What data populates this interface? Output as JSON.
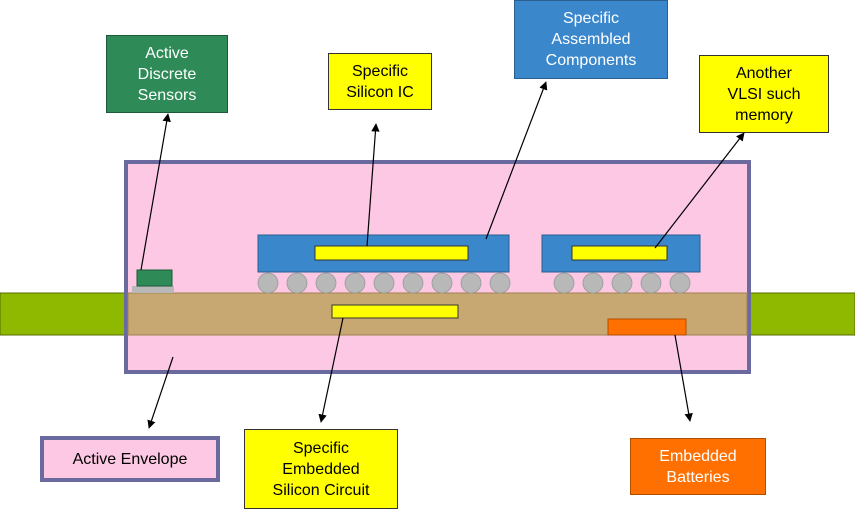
{
  "labels": {
    "active_discrete_sensors": "Active\nDiscrete\nSensors",
    "specific_silicon_ic": "Specific\nSilicon IC",
    "specific_assembled_components": "Specific\nAssembled\nComponents",
    "another_vlsi": "Another\nVLSI  such\nmemory",
    "active_envelope": "Active Envelope",
    "specific_embedded_silicon_circuit": "Specific\nEmbedded\nSilicon Circuit",
    "embedded_batteries": "Embedded\nBatteries"
  },
  "colors": {
    "envelope_fill": "#fcc8e4",
    "envelope_border": "#6a6a9e",
    "substrate": "#c8a872",
    "flex_connector": "#8fb800",
    "chip_package": "#3a87cc",
    "die": "#ffff00",
    "solder_ball": "#b8b8b8",
    "sensor": "#2e8b57",
    "battery": "#ff7000"
  },
  "solder_balls": {
    "left_package_count": 9,
    "right_package_count": 5
  }
}
